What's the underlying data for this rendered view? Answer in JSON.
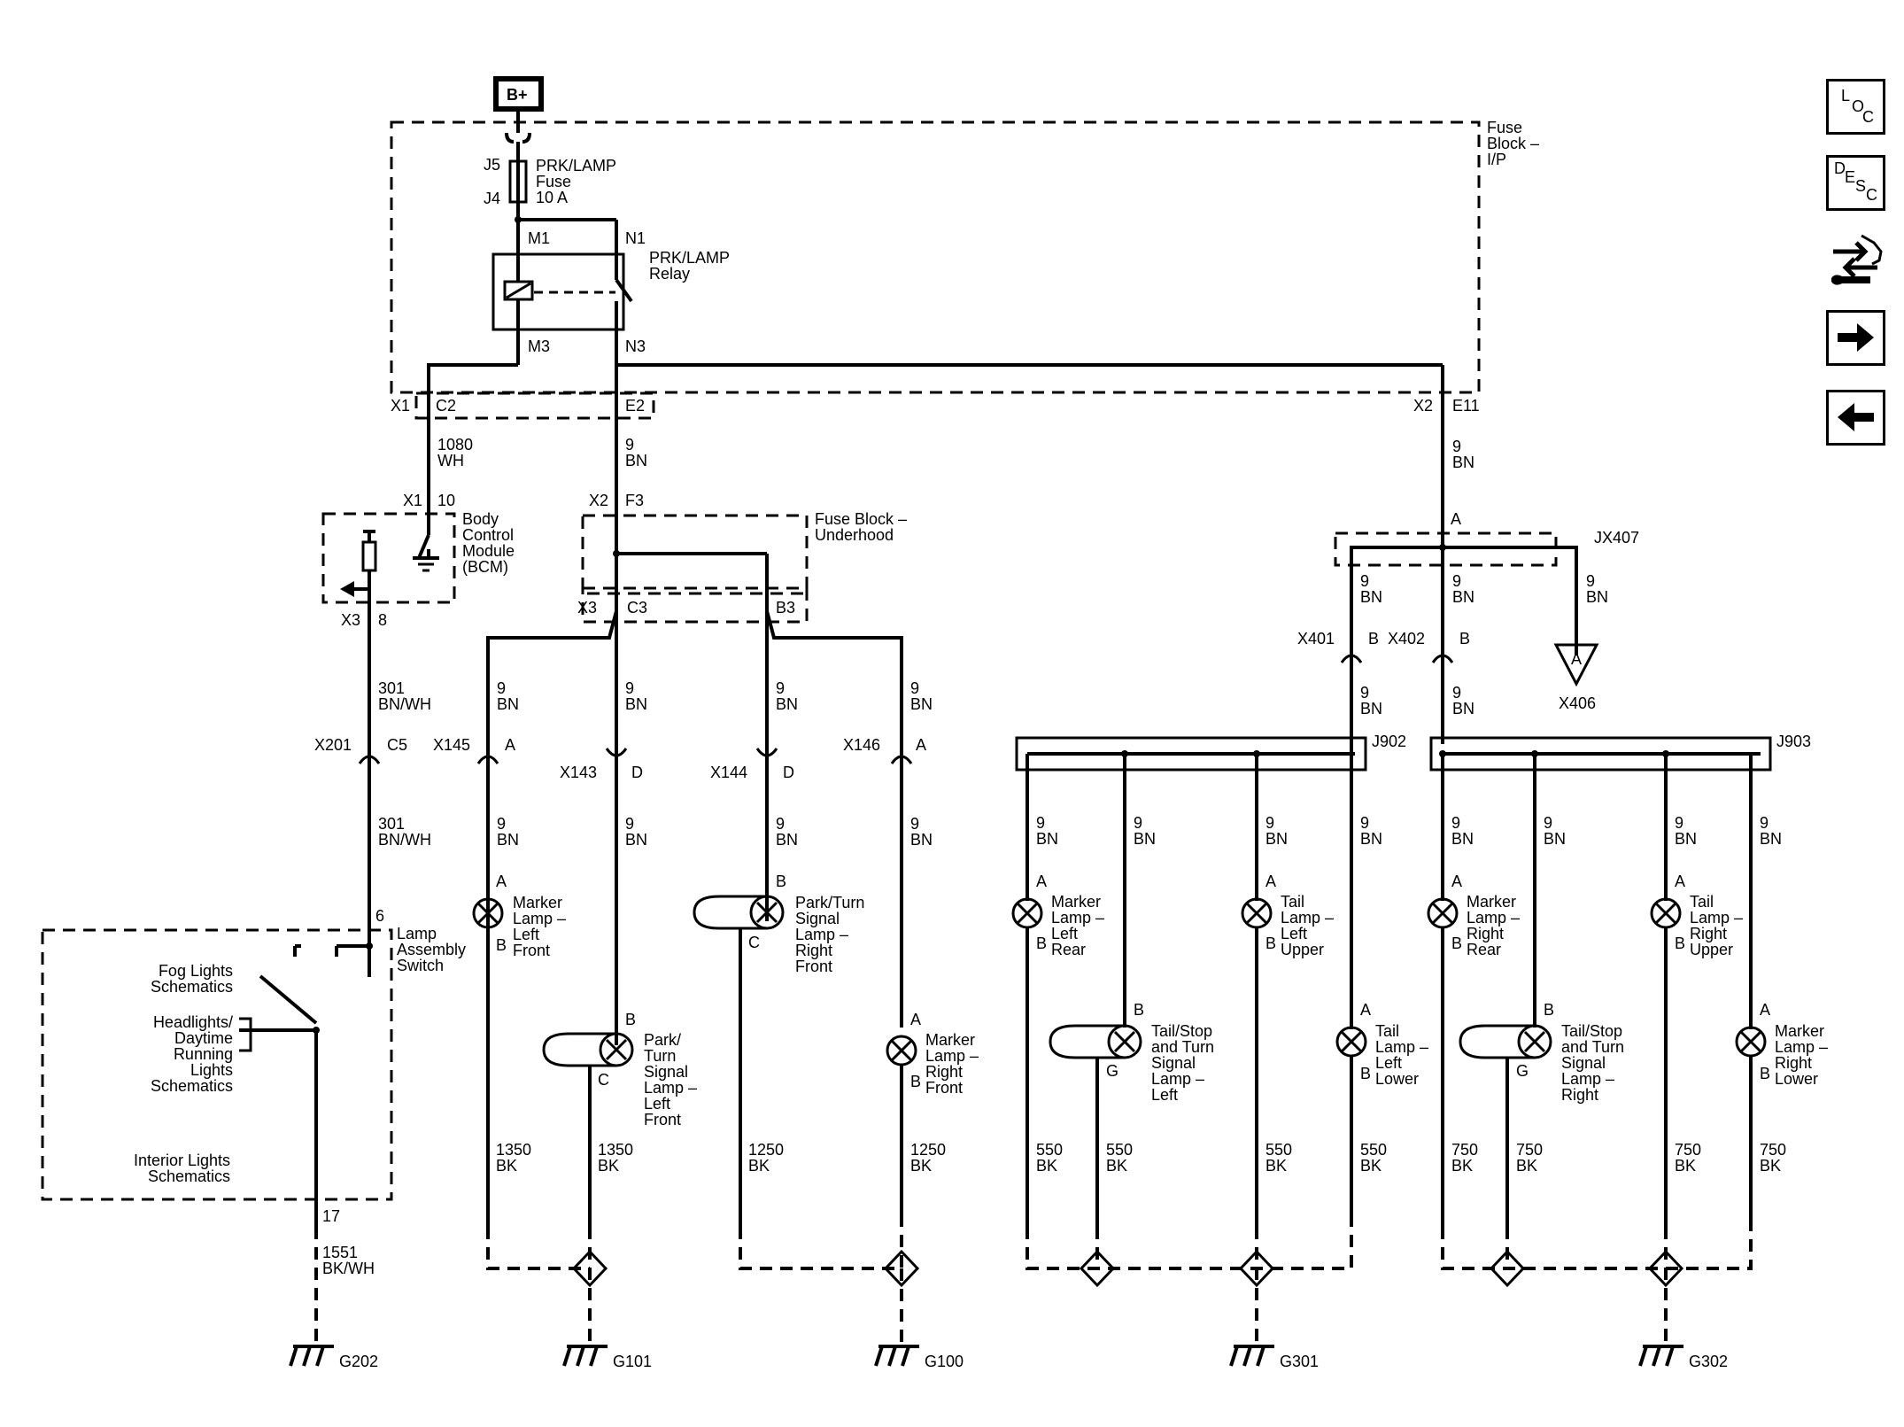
{
  "power": "B+",
  "fuse_block_ip": {
    "l1": "Fuse",
    "l2": "Block –",
    "l3": "I/P"
  },
  "fuse": {
    "top_terminal": "J5",
    "bottom_terminal": "J4",
    "l1": "PRK/LAMP",
    "l2": "Fuse",
    "l3": "10 A"
  },
  "relay": {
    "t1": "M1",
    "t2": "N1",
    "t3": "M3",
    "t4": "N3",
    "l1": "PRK/LAMP",
    "l2": "Relay"
  },
  "connectors": {
    "x1": "X1",
    "c2": "C2",
    "e2": "E2",
    "x2": "X2",
    "e11": "E11",
    "x1b": "X1",
    "p10": "10",
    "x2b": "X2",
    "f3": "F3",
    "x3": "X3",
    "p8": "8",
    "x3b": "X3",
    "c3": "C3",
    "b3": "B3",
    "x201": "X201",
    "c5": "C5",
    "x145": "X145",
    "a145": "A",
    "x143": "X143",
    "d143": "D",
    "x144": "X144",
    "d144": "D",
    "x146": "X146",
    "a146": "A",
    "x401": "X401",
    "b401": "B",
    "x402": "X402",
    "b402": "B",
    "jx407_a": "A",
    "jx407": "JX407",
    "x406_pin": "A",
    "x406": "X406",
    "j902": "J902",
    "j903": "J903",
    "p6": "6",
    "p17": "17"
  },
  "wires": {
    "w1080a": "1080",
    "w1080b": "WH",
    "w9": "9",
    "bn": "BN",
    "w301a": "301",
    "w301b": "BN/WH",
    "w1551a": "1551",
    "w1551b": "BK/WH",
    "w1350": "1350",
    "w1250": "1250",
    "w550": "550",
    "w750": "750",
    "bk": "BK"
  },
  "bcm": {
    "l1": "Body",
    "l2": "Control",
    "l3": "Module",
    "l4": "(BCM)"
  },
  "fuse_block_underhood": {
    "l1": "Fuse Block –",
    "l2": "Underhood"
  },
  "switch_box": {
    "lamp1": "Lamp",
    "lamp2": "Assembly",
    "lamp3": "Switch",
    "fog1": "Fog Lights",
    "fog2": "Schematics",
    "head1": "Headlights/",
    "head2": "Daytime",
    "head3": "Running",
    "head4": "Lights",
    "head5": "Schematics",
    "int1": "Interior Lights",
    "int2": "Schematics"
  },
  "pins": {
    "a": "A",
    "b": "B",
    "c": "C",
    "g": "G"
  },
  "lamps": {
    "marker_left_front": [
      "Marker",
      "Lamp –",
      "Left",
      "Front"
    ],
    "park_turn_right_front": [
      "Park/Turn",
      "Signal",
      "Lamp –",
      "Right",
      "Front"
    ],
    "park_turn_left_front": [
      "Park/",
      "Turn",
      "Signal",
      "Lamp –",
      "Left",
      "Front"
    ],
    "marker_right_front": [
      "Marker",
      "Lamp –",
      "Right",
      "Front"
    ],
    "marker_left_rear": [
      "Marker",
      "Lamp –",
      "Left",
      "Rear"
    ],
    "tail_left_upper": [
      "Tail",
      "Lamp –",
      "Left",
      "Upper"
    ],
    "tail_stop_left": [
      "Tail/Stop",
      "and Turn",
      "Signal",
      "Lamp –",
      "Left"
    ],
    "tail_left_lower": [
      "Tail",
      "Lamp –",
      "Left",
      "Lower"
    ],
    "marker_right_rear": [
      "Marker",
      "Lamp –",
      "Right",
      "Rear"
    ],
    "tail_right_upper": [
      "Tail",
      "Lamp –",
      "Right",
      "Upper"
    ],
    "tail_stop_right": [
      "Tail/Stop",
      "and Turn",
      "Signal",
      "Lamp –",
      "Right"
    ],
    "marker_right_lower": [
      "Marker",
      "Lamp –",
      "Right",
      "Lower"
    ]
  },
  "grounds": {
    "g202": "G202",
    "g101": "G101",
    "g100": "G100",
    "g301": "G301",
    "g302": "G302"
  },
  "nav": {
    "loc": [
      "L",
      "O",
      "C"
    ],
    "desc": [
      "D",
      "E",
      "S",
      "C"
    ],
    "icons": [
      "connector-end-view-icon",
      "next-arrow-icon",
      "previous-arrow-icon"
    ]
  }
}
